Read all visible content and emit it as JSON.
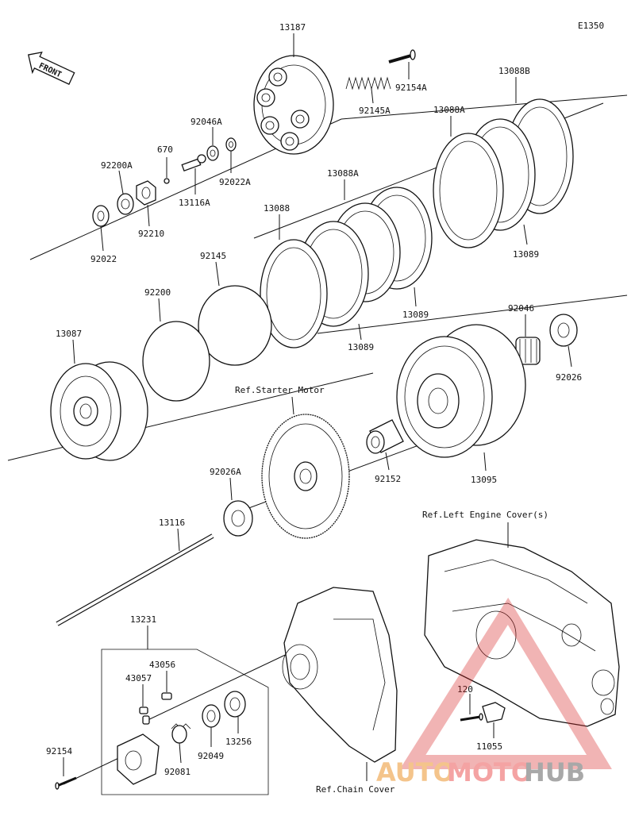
{
  "diagram_code": "E1350",
  "front_label": "FRONT",
  "refs": {
    "starter_motor": "Ref.Starter Motor",
    "left_engine_cover": "Ref.Left Engine Cover(s)",
    "chain_cover": "Ref.Chain Cover"
  },
  "parts": {
    "p13187": "13187",
    "p92154A": "92154A",
    "p92145A": "92145A",
    "p13088B": "13088B",
    "p13088A_top": "13088A",
    "p92046A": "92046A",
    "p670": "670",
    "p92200A": "92200A",
    "p92022A": "92022A",
    "p13116A": "13116A",
    "p13088A_mid": "13088A",
    "p13088": "13088",
    "p92210": "92210",
    "p92022": "92022",
    "p92145": "92145",
    "p13089_top": "13089",
    "p92200": "92200",
    "p13089_mid": "13089",
    "p13087": "13087",
    "p13089_low": "13089",
    "p92046": "92046",
    "p92026": "92026",
    "p92152": "92152",
    "p13095": "13095",
    "p92026A": "92026A",
    "p13116": "13116",
    "p13231": "13231",
    "p43056": "43056",
    "p43057": "43057",
    "p120": "120",
    "p11055": "11055",
    "p92154": "92154",
    "p92081": "92081",
    "p92049": "92049",
    "p13256": "13256"
  },
  "watermark": {
    "part1": "AUTO",
    "part2": "MOTO",
    "part3": "HUB"
  }
}
